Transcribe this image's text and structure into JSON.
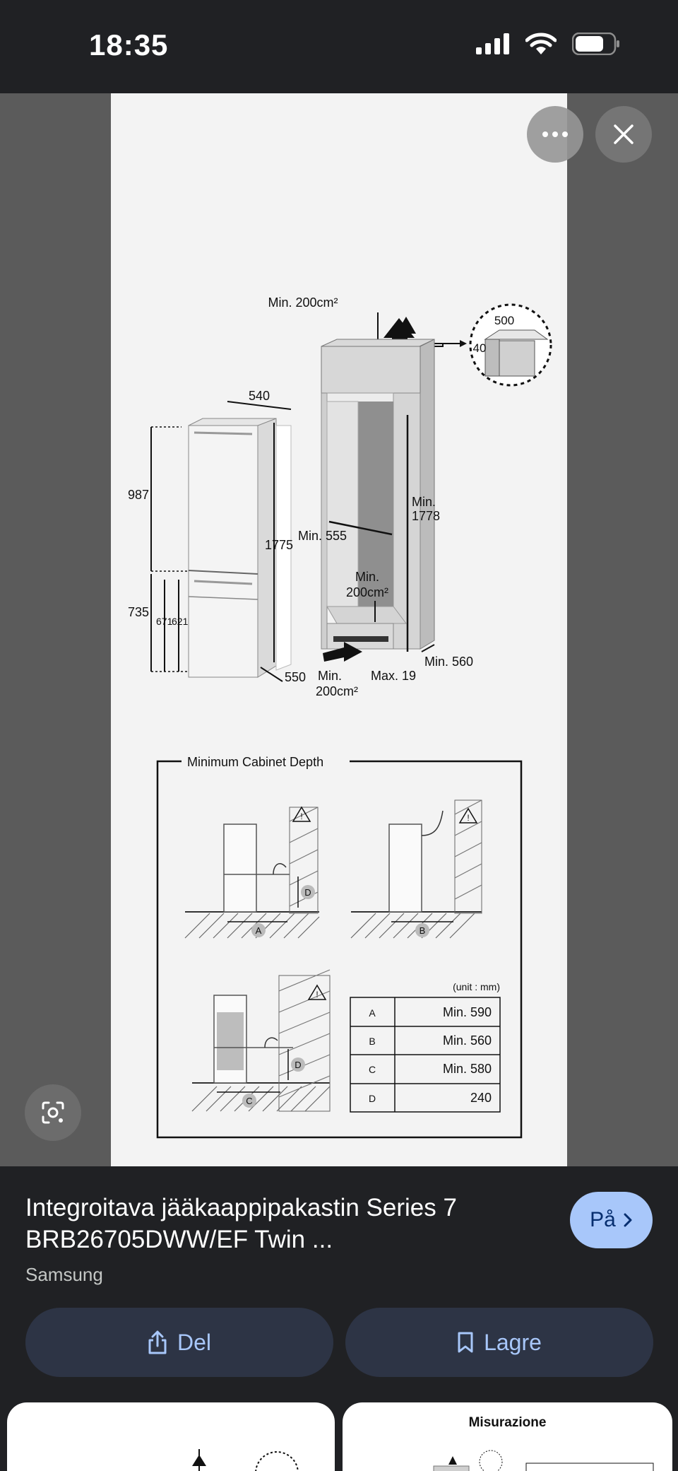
{
  "status_bar": {
    "time": "18:35",
    "battery_percent": 75
  },
  "viewer": {
    "diagram": {
      "top_vent": "Min. 200cm²",
      "detail_500": "500",
      "detail_40": "40",
      "width_540": "540",
      "dim_987": "987",
      "dim_1775": "1775",
      "dim_735": "735",
      "dim_671": "671",
      "dim_621": "621",
      "dim_550": "550",
      "min_555": "Min. 555",
      "min_1778_a": "Min.",
      "min_1778_b": "1778",
      "mid_vent_a": "Min.",
      "mid_vent_b": "200cm²",
      "bottom_vent_a": "Min.",
      "bottom_vent_b": "200cm²",
      "max_19": "Max. 19",
      "min_560": "Min. 560",
      "cabinet_depth_title": "Minimum Cabinet Depth",
      "unit_label": "(unit : mm)",
      "marker_a": "A",
      "marker_b": "B",
      "marker_c": "C",
      "marker_d": "D",
      "table": [
        {
          "key": "A",
          "value": "Min. 590"
        },
        {
          "key": "B",
          "value": "Min. 560"
        },
        {
          "key": "C",
          "value": "Min. 580"
        },
        {
          "key": "D",
          "value": "240"
        }
      ]
    }
  },
  "info": {
    "title": "Integroitava jääkaappipakastin Series 7 BRB26705DWW/EF Twin ...",
    "source": "Samsung",
    "visit_label": "På",
    "share_label": "Del",
    "save_label": "Lagre",
    "related_2_title": "Misurazione"
  },
  "icons": [
    "signal-icon",
    "wifi-icon",
    "battery-icon",
    "more-icon",
    "close-icon",
    "lens-icon",
    "share-icon",
    "bookmark-icon",
    "chevron-right-icon"
  ]
}
